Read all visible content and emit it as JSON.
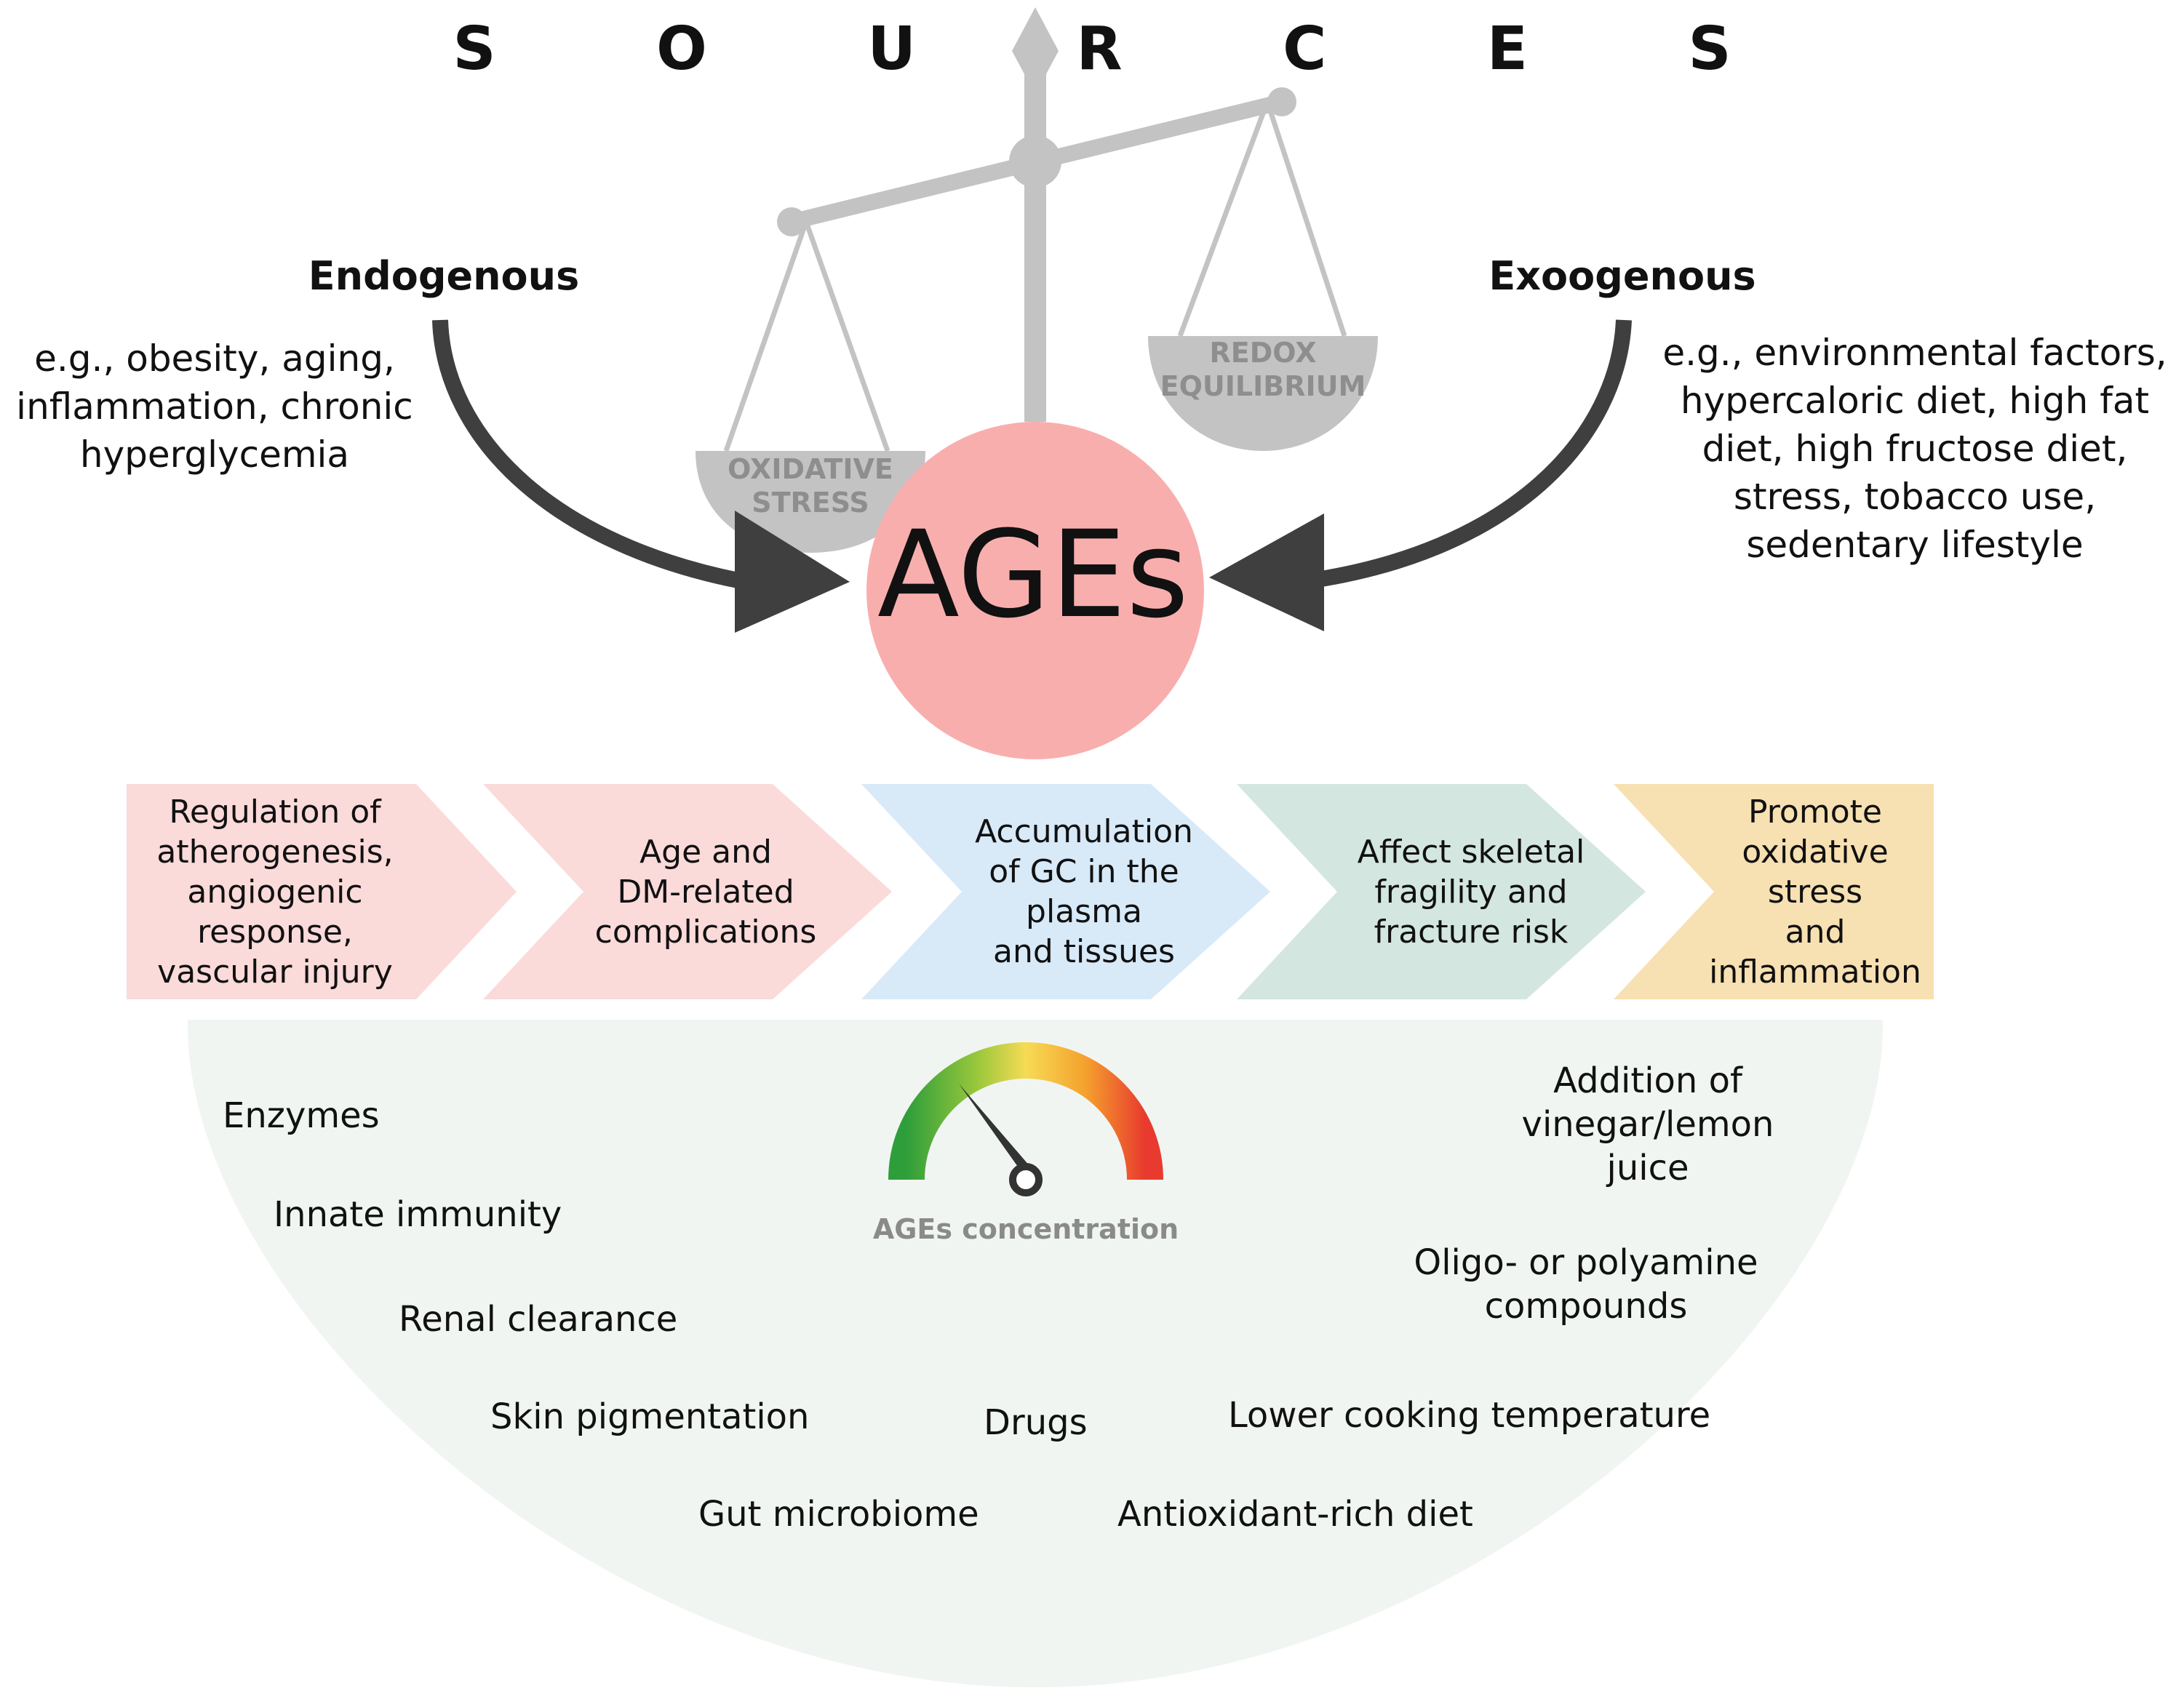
{
  "title": "S O U R C E S",
  "sources": {
    "endogenous": {
      "heading": "Endogenous",
      "lines": [
        "e.g., obesity, aging,",
        "inflammation, chronic",
        "hyperglycemia"
      ]
    },
    "exogenous": {
      "heading": "Exoogenous",
      "lines": [
        "e.g., environmental factors,",
        "hypercaloric diet, high fat",
        "diet, high fructose diet,",
        "stress, tobacco use,",
        "sedentary lifestyle"
      ]
    }
  },
  "center": {
    "label": "AGEs"
  },
  "balance": {
    "left_pan": [
      "OXIDATIVE",
      "STRESS"
    ],
    "right_pan": [
      "REDOX",
      "EQUILIBRIUM"
    ]
  },
  "effects": [
    {
      "lines": [
        "Regulation of",
        "atherogenesis,",
        "angiogenic",
        "response,",
        "vascular injury"
      ],
      "color": "#fbdada"
    },
    {
      "lines": [
        "Age and",
        "DM-related",
        "complications"
      ],
      "color": "#fbdada"
    },
    {
      "lines": [
        "Accumulation",
        "of GC in the",
        "plasma",
        "and tissues"
      ],
      "color": "#d8e9f8"
    },
    {
      "lines": [
        "Affect skeletal",
        "fragility and",
        "fracture risk"
      ],
      "color": "#d3e6e0"
    },
    {
      "lines": [
        "Promote",
        "oxidative stress",
        "and",
        "inflammation"
      ],
      "color": "#f7e0b2"
    }
  ],
  "gauge": {
    "label": "AGEs concentration"
  },
  "factors_left": [
    "Enzymes",
    "Innate immunity",
    "Renal clearance",
    "Skin pigmentation",
    "Gut microbiome"
  ],
  "factors_center": [
    "Drugs"
  ],
  "factors_right": [
    [
      "Addition of",
      "vinegar/lemon",
      "juice"
    ],
    [
      "Oligo- or polyamine",
      "compounds"
    ],
    [
      "Lower cooking temperature"
    ],
    [
      "Antioxidant-rich diet"
    ]
  ],
  "colors": {
    "ages_circle": "#f9aeae",
    "scale": "#c3c3c3",
    "arrow": "#3f3f3f",
    "bowl_background": "#f1f5f2"
  }
}
